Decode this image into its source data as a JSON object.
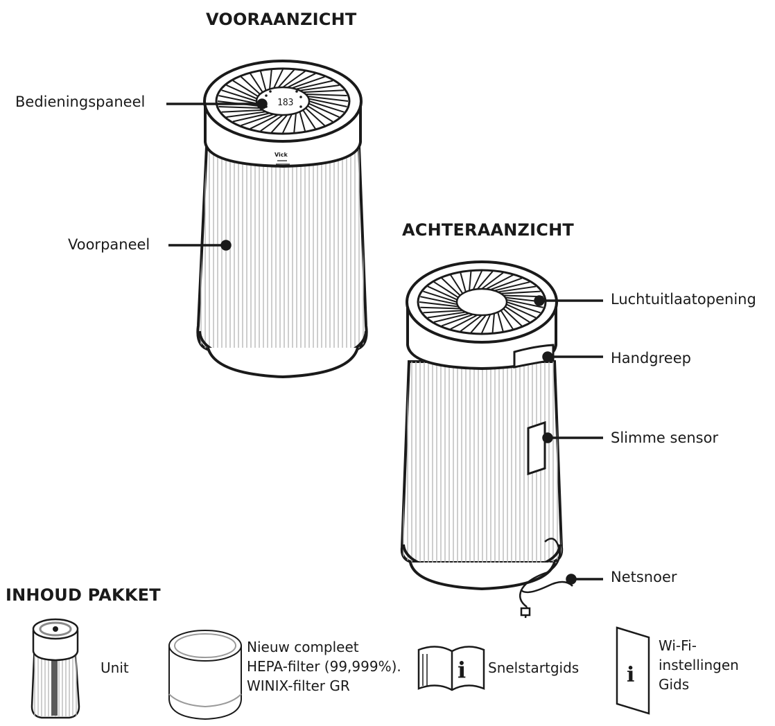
{
  "views": {
    "front_title": "VOORAANZICHT",
    "back_title": "ACHTERAANZICHT"
  },
  "front_labels": {
    "control_panel": "Bedieningspaneel",
    "front_panel": "Voorpaneel"
  },
  "back_labels": {
    "air_outlet": "Luchtuitlaatopening",
    "handle": "Handgreep",
    "smart_sensor": "Slimme sensor",
    "power_cord": "Netsnoer"
  },
  "device_display_text": "183",
  "device_logo_text": "Vick",
  "package": {
    "title": "INHOUD PAKKET",
    "items": [
      {
        "icon": "purifier-unit-icon",
        "lines": [
          "Unit"
        ]
      },
      {
        "icon": "filter-cylinder-icon",
        "lines": [
          "Nieuw compleet",
          "HEPA-filter (99,999%).",
          "WINIX-filter GR"
        ]
      },
      {
        "icon": "open-book-info-icon",
        "lines": [
          "Snelstartgids"
        ]
      },
      {
        "icon": "info-sheet-icon",
        "lines": [
          "Wi-Fi-",
          "instellingen",
          "Gids"
        ]
      }
    ]
  },
  "colors": {
    "ink": "#1a1a1a",
    "grille": "#b8b8b8",
    "background": "#ffffff"
  }
}
